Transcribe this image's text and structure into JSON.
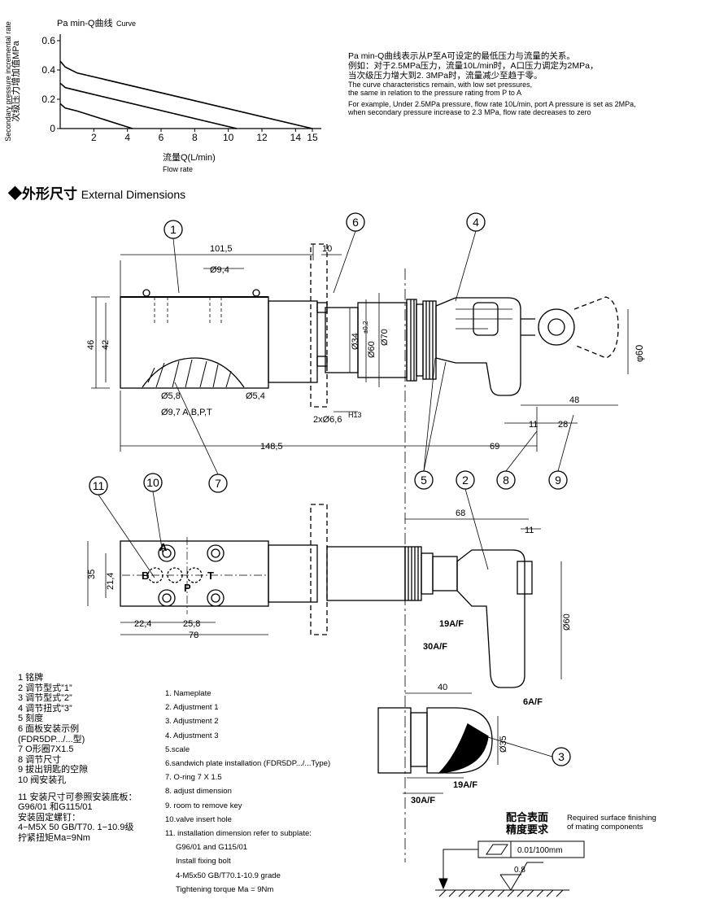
{
  "chart_data": {
    "type": "line",
    "title": "Pa min-Q曲线",
    "title_en": "Curve",
    "ylabel_cn": "次级压力增加值MPa",
    "ylabel_en": "Secondary pressure incremental rate",
    "xlabel_cn": "流量Q(L/min)",
    "xlabel_en": "Flow rate",
    "xlim": [
      0,
      15
    ],
    "ylim": [
      0,
      0.6
    ],
    "xticks": [
      "2",
      "4",
      "6",
      "8",
      "10",
      "12",
      "14",
      "15"
    ],
    "yticks": [
      "0",
      "0.2",
      "0.4",
      "0.6"
    ],
    "series": [
      {
        "x": [
          0,
          0.3,
          1,
          15
        ],
        "y": [
          0.46,
          0.42,
          0.38,
          0.0
        ]
      },
      {
        "x": [
          0,
          0.3,
          1,
          10.5
        ],
        "y": [
          0.31,
          0.28,
          0.26,
          0.0
        ]
      },
      {
        "x": [
          0,
          0.3,
          1,
          4.3
        ],
        "y": [
          0.17,
          0.14,
          0.12,
          0.0
        ]
      }
    ]
  },
  "description": {
    "cn1": "Pa min-Q曲线表示从P至A可设定的最低压力与流量的关系。",
    "cn2": "例如：对于2.5MPa压力，流量10L/min时，A口压力调定为2MPa，",
    "cn3": "当次级压力增大到2. 3MPa时，流量减少至趋于零。",
    "en1": "The curve characteristics remain, with low set pressures,",
    "en2": "the same in relation to the pressure rating from P to A",
    "en3": "For example, Under 2.5MPa pressure, flow rate 10L/min, port A pressure is set as 2MPa,",
    "en4": "when secondary pressure increase to 2.3 MPa, flow rate decreases to zero"
  },
  "section_title": {
    "marker": "◆",
    "cn": "外形尺寸",
    "en": "External Dimensions"
  },
  "dims": {
    "d101_5": "101,5",
    "d9_4": "Ø9,4",
    "d10": "10",
    "d46": "46",
    "d42": "42",
    "d34": "Ø34",
    "d60tol": "Ø60",
    "d60tol_sup": "±0,2",
    "d70": "Ø70",
    "phi60": "φ60",
    "d5_8": "Ø5,8",
    "d9_7": "Ø9,7 A,B,P,T",
    "d5_4": "Ø5,4",
    "d6_6": "2xØ6,6",
    "h13": "H13",
    "d48": "48",
    "d11a": "11",
    "d28": "28",
    "d148_5": "148,5",
    "d69": "69",
    "d68": "68",
    "d11b": "11",
    "d35": "35",
    "d21_4": "21,4",
    "d22_4": "22,4",
    "d25_8": "25,8",
    "d78": "78",
    "af19": "19A/F",
    "af30": "30A/F",
    "d60b": "Ø60",
    "d40": "40",
    "af6": "6A/F",
    "d35b": "Ø35",
    "af19b": "19A/F",
    "af30b": "30A/F",
    "port_a": "A",
    "port_b": "B",
    "port_p": "P",
    "port_t": "T"
  },
  "callouts": [
    "1",
    "6",
    "4",
    "7",
    "5",
    "8",
    "9",
    "11",
    "10",
    "2",
    "3"
  ],
  "legend_cn": [
    "1 铭牌",
    "2 调节型式”1”",
    "3 调节型式”2”",
    "4 调节扭式”3”",
    "5 刻度",
    "6 面板安装示例",
    "(FDR5DP.../...型)",
    "7 O形圈7X1.5",
    "8 调节尺寸",
    "9 拔出钥匙的空隙",
    "10 阀安装孔"
  ],
  "legend_cn_extra": [
    "11 安装尺寸可参照安装底板：",
    "  G96/01 和G115/01",
    "  安装固定螺钉：",
    "  4−M5X 50 GB/T70. 1−10.9级",
    "拧紧扭矩Ma=9Nm"
  ],
  "legend_en": [
    "1. Nameplate",
    "2. Adjustment 1",
    "3. Adjustment 2",
    "4. Adjustment 3",
    "5.scale",
    "6.sandwich plate installation (FDR5DP.../...Type)",
    "7. O-ring 7 X 1.5",
    "8. adjust dimension",
    "9. room to remove key",
    "10.valve insert hole",
    "11. installation dimension refer to subplate:",
    "G96/01 and G115/01",
    "Install fixing bolt",
    "4-M5x50  GB/T70.1-10.9 grade",
    "Tightening torque Ma =  9Nm"
  ],
  "surface": {
    "cn1": "配合表面",
    "cn2": "精度要求",
    "en1": "Required  surface finishing",
    "en2": "of mating components",
    "flatness": "0.01/100mm",
    "roughness": "0.8"
  }
}
